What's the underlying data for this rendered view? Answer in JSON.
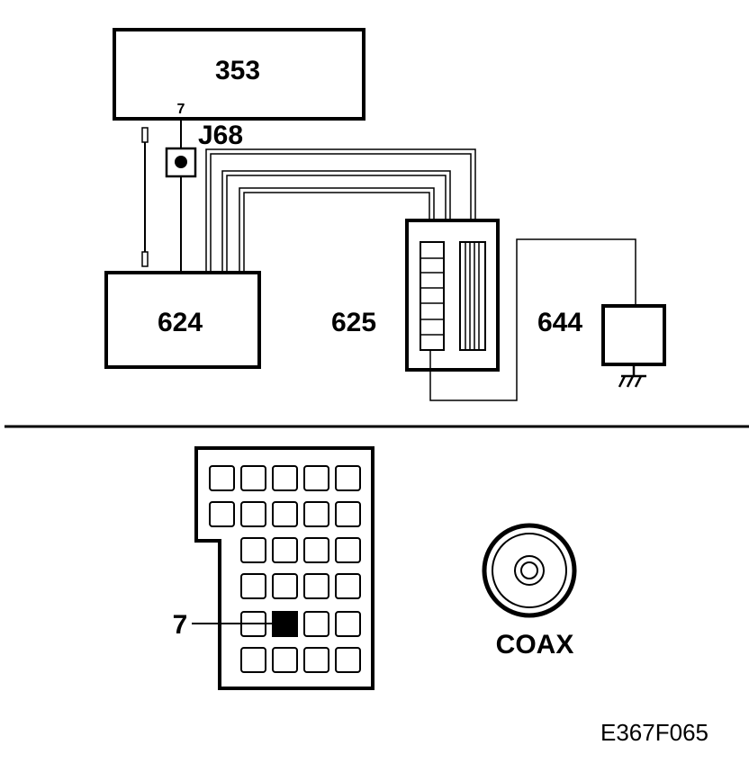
{
  "components": {
    "unit_353": "353",
    "unit_624": "624",
    "unit_625": "625",
    "unit_644": "644",
    "junction": "J68",
    "wire_pin": "7"
  },
  "connector": {
    "highlight_pin_label": "7",
    "coax_label": "COAX"
  },
  "figure_id": "E367F065"
}
